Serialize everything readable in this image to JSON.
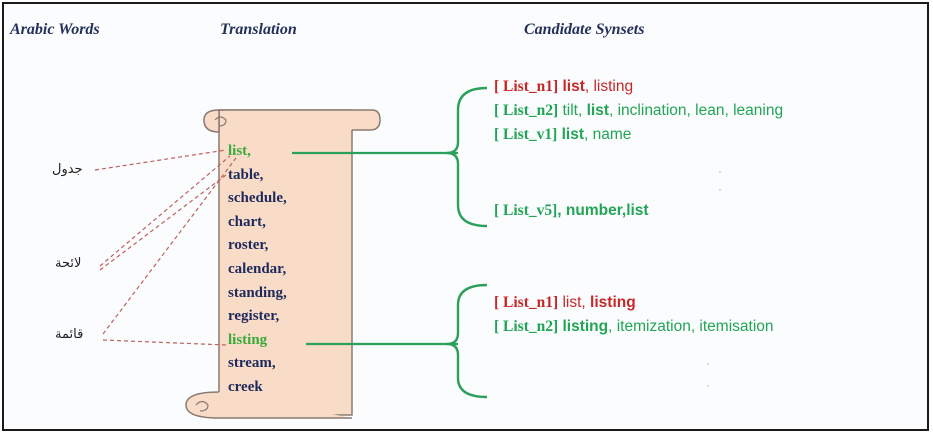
{
  "headers": {
    "arabic_words": "Arabic Words",
    "translation": "Translation",
    "candidate_synsets": "Candidate Synsets"
  },
  "arabic_words": [
    "جدول",
    "لائحة",
    "قائمة"
  ],
  "translations": [
    "list,",
    "table,",
    "schedule,",
    "chart,",
    "roster,",
    "calendar,",
    "standing,",
    "register,",
    "listing",
    "stream,",
    "creek"
  ],
  "synsets_list": [
    {
      "id": "[ List_n1]",
      "parts": [
        {
          "t": " list",
          "b": true
        },
        {
          "t": ", listing",
          "b": false
        }
      ],
      "color": "#c62828"
    },
    {
      "id": "[ List_n2]",
      "parts": [
        {
          "t": " tilt, ",
          "b": false
        },
        {
          "t": "list",
          "b": true
        },
        {
          "t": ", inclination, lean, leaning",
          "b": false
        }
      ],
      "color": "#22a555"
    },
    {
      "id": "[ List_v1]",
      "parts": [
        {
          "t": " list",
          "b": true
        },
        {
          "t": ", name",
          "b": false
        }
      ],
      "color": "#22a555"
    },
    {
      "id": "[ List_v5]",
      "parts": [
        {
          "t": ", number,list",
          "b": true
        }
      ],
      "color": "#22a555"
    }
  ],
  "synsets_listing": [
    {
      "id": "[ List_n1]",
      "parts": [
        {
          "t": " list, ",
          "b": false
        },
        {
          "t": "listing",
          "b": true
        }
      ],
      "color": "#c62828"
    },
    {
      "id": "[ List_n2]",
      "parts": [
        {
          "t": " listing",
          "b": true
        },
        {
          "t": ", itemization, itemisation",
          "b": false
        }
      ],
      "color": "#22a555"
    }
  ],
  "colors": {
    "scroll_fill": "#f8dcc8",
    "scroll_stroke": "#8a7a72",
    "bracket": "#2aa05a",
    "dash": "#c0605a",
    "highlight_word": "#3aaa3a",
    "word": "#1f2a5c",
    "red_synset": "#c62828",
    "green_synset": "#22a555"
  }
}
